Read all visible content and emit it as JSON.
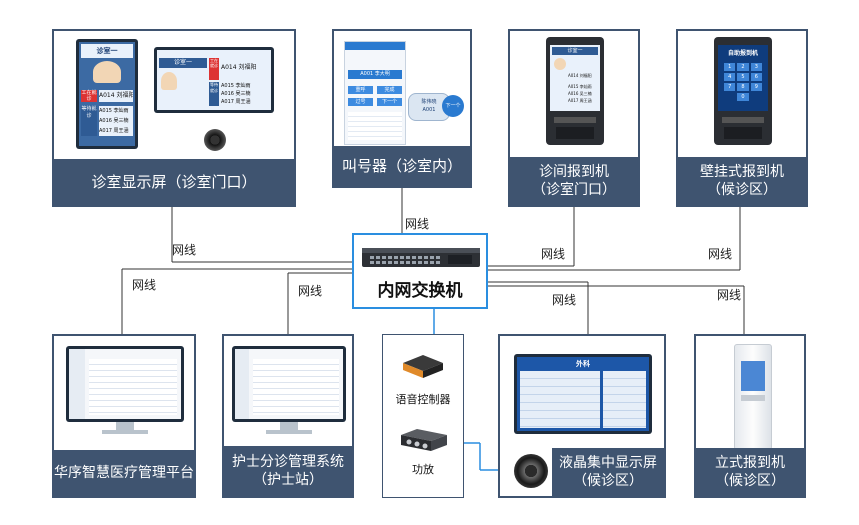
{
  "switch": {
    "label": "内网交换机"
  },
  "wire_label": "网线",
  "boxes": {
    "clinic_display": {
      "label": "诊室显示屏（诊室门口）"
    },
    "caller": {
      "label": "叫号器（诊室内）"
    },
    "room_checkin": {
      "label": "诊间报到机\n（诊室门口）"
    },
    "wall_checkin": {
      "label": "壁挂式报到机\n（候诊区）"
    },
    "platform": {
      "label": "华序智慧医疗管理平台"
    },
    "nurse": {
      "label": "护士分诊管理系统\n（护士站）"
    },
    "audio": {
      "controller_label": "语音控制器",
      "amp_label": "功放"
    },
    "lcd": {
      "label": "液晶集中显示屏\n（候诊区）"
    },
    "stand_checkin": {
      "label": "立式报到机\n（候诊区）"
    }
  },
  "screens": {
    "clinic_portrait": {
      "room": "诊室一",
      "current_label": "工在就诊",
      "current": "A014 刘福阳",
      "waiting_label": "等待就诊",
      "waiting": [
        "A015 李灿雨",
        "A016 吴三楠",
        "A017 周王涵"
      ]
    },
    "clinic_landscape": {
      "room": "诊室一",
      "current_label": "工在就诊",
      "current": "A014 刘福阳",
      "waiting_label": "等待就诊",
      "waiting": [
        "A015 李灿雨",
        "A016 吴三楠",
        "A017 周王涵"
      ]
    },
    "caller": {
      "ticket": "A001 李大明",
      "btn1": "重呼",
      "btn2": "完成",
      "btn3": "过号",
      "btn4": "下一个",
      "bubble_name": "陈伟晓",
      "bubble_code": "A001",
      "bubble_btn": "下一个"
    },
    "room_checkin": {
      "room": "诊室一",
      "current": "A014 刘福阳",
      "waiting": [
        "A015 李灿雨",
        "A016 吴三楠",
        "A017 周王涵"
      ]
    },
    "wall_checkin": {
      "title": "自助报到机",
      "keys": [
        "1",
        "2",
        "3",
        "4",
        "5",
        "6",
        "7",
        "8",
        "9",
        "0"
      ]
    },
    "lcd": {
      "title": "外科"
    }
  }
}
